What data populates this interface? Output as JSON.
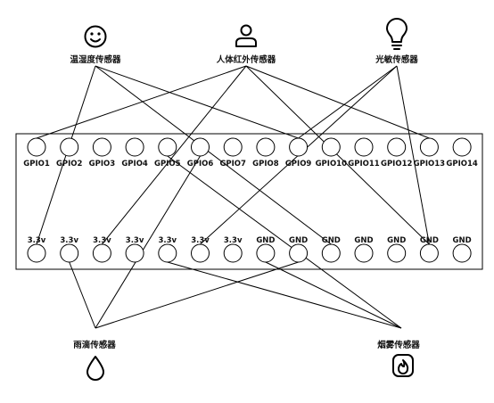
{
  "board": {
    "top_pins": [
      "GPIO1",
      "GPIO2",
      "GPIO3",
      "GPIO4",
      "GPIO5",
      "GPIO6",
      "GPIO7",
      "GPIO8",
      "GPIO9",
      "GPIO10",
      "GPIO11",
      "GPIO12",
      "GPIO13",
      "GPIO14"
    ],
    "bottom_pins": [
      "3.3v",
      "3.3v",
      "3.3v",
      "3.3v",
      "3.3v",
      "3.3v",
      "3.3v",
      "GND",
      "GND",
      "GND",
      "GND",
      "GND",
      "GND",
      "GND"
    ]
  },
  "sensors": {
    "temp_humidity": {
      "label": "温湿度传感器",
      "icon": "smiley-face-icon"
    },
    "infrared": {
      "label": "人体红外传感器",
      "icon": "person-icon"
    },
    "light": {
      "label": "光敏传感器",
      "icon": "light-bulb-icon"
    },
    "rain": {
      "label": "雨滴传感器",
      "icon": "water-drop-icon"
    },
    "smoke": {
      "label": "烟雾传感器",
      "icon": "flame-icon"
    }
  },
  "wires": [
    {
      "sensor": "temp_humidity",
      "pin": "bottom-0"
    },
    {
      "sensor": "temp_humidity",
      "pin": "top-8"
    },
    {
      "sensor": "temp_humidity",
      "pin": "bottom-9"
    },
    {
      "sensor": "infrared",
      "pin": "top-0"
    },
    {
      "sensor": "infrared",
      "pin": "bottom-2"
    },
    {
      "sensor": "infrared",
      "pin": "top-12"
    },
    {
      "sensor": "infrared",
      "pin": "bottom-12"
    },
    {
      "sensor": "light",
      "pin": "bottom-5"
    },
    {
      "sensor": "light",
      "pin": "top-8"
    },
    {
      "sensor": "light",
      "pin": "bottom-12"
    },
    {
      "sensor": "rain",
      "pin": "bottom-1"
    },
    {
      "sensor": "rain",
      "pin": "top-5"
    },
    {
      "sensor": "rain",
      "pin": "bottom-8"
    },
    {
      "sensor": "smoke",
      "pin": "top-4"
    },
    {
      "sensor": "smoke",
      "pin": "bottom-4"
    },
    {
      "sensor": "smoke",
      "pin": "bottom-7"
    }
  ]
}
